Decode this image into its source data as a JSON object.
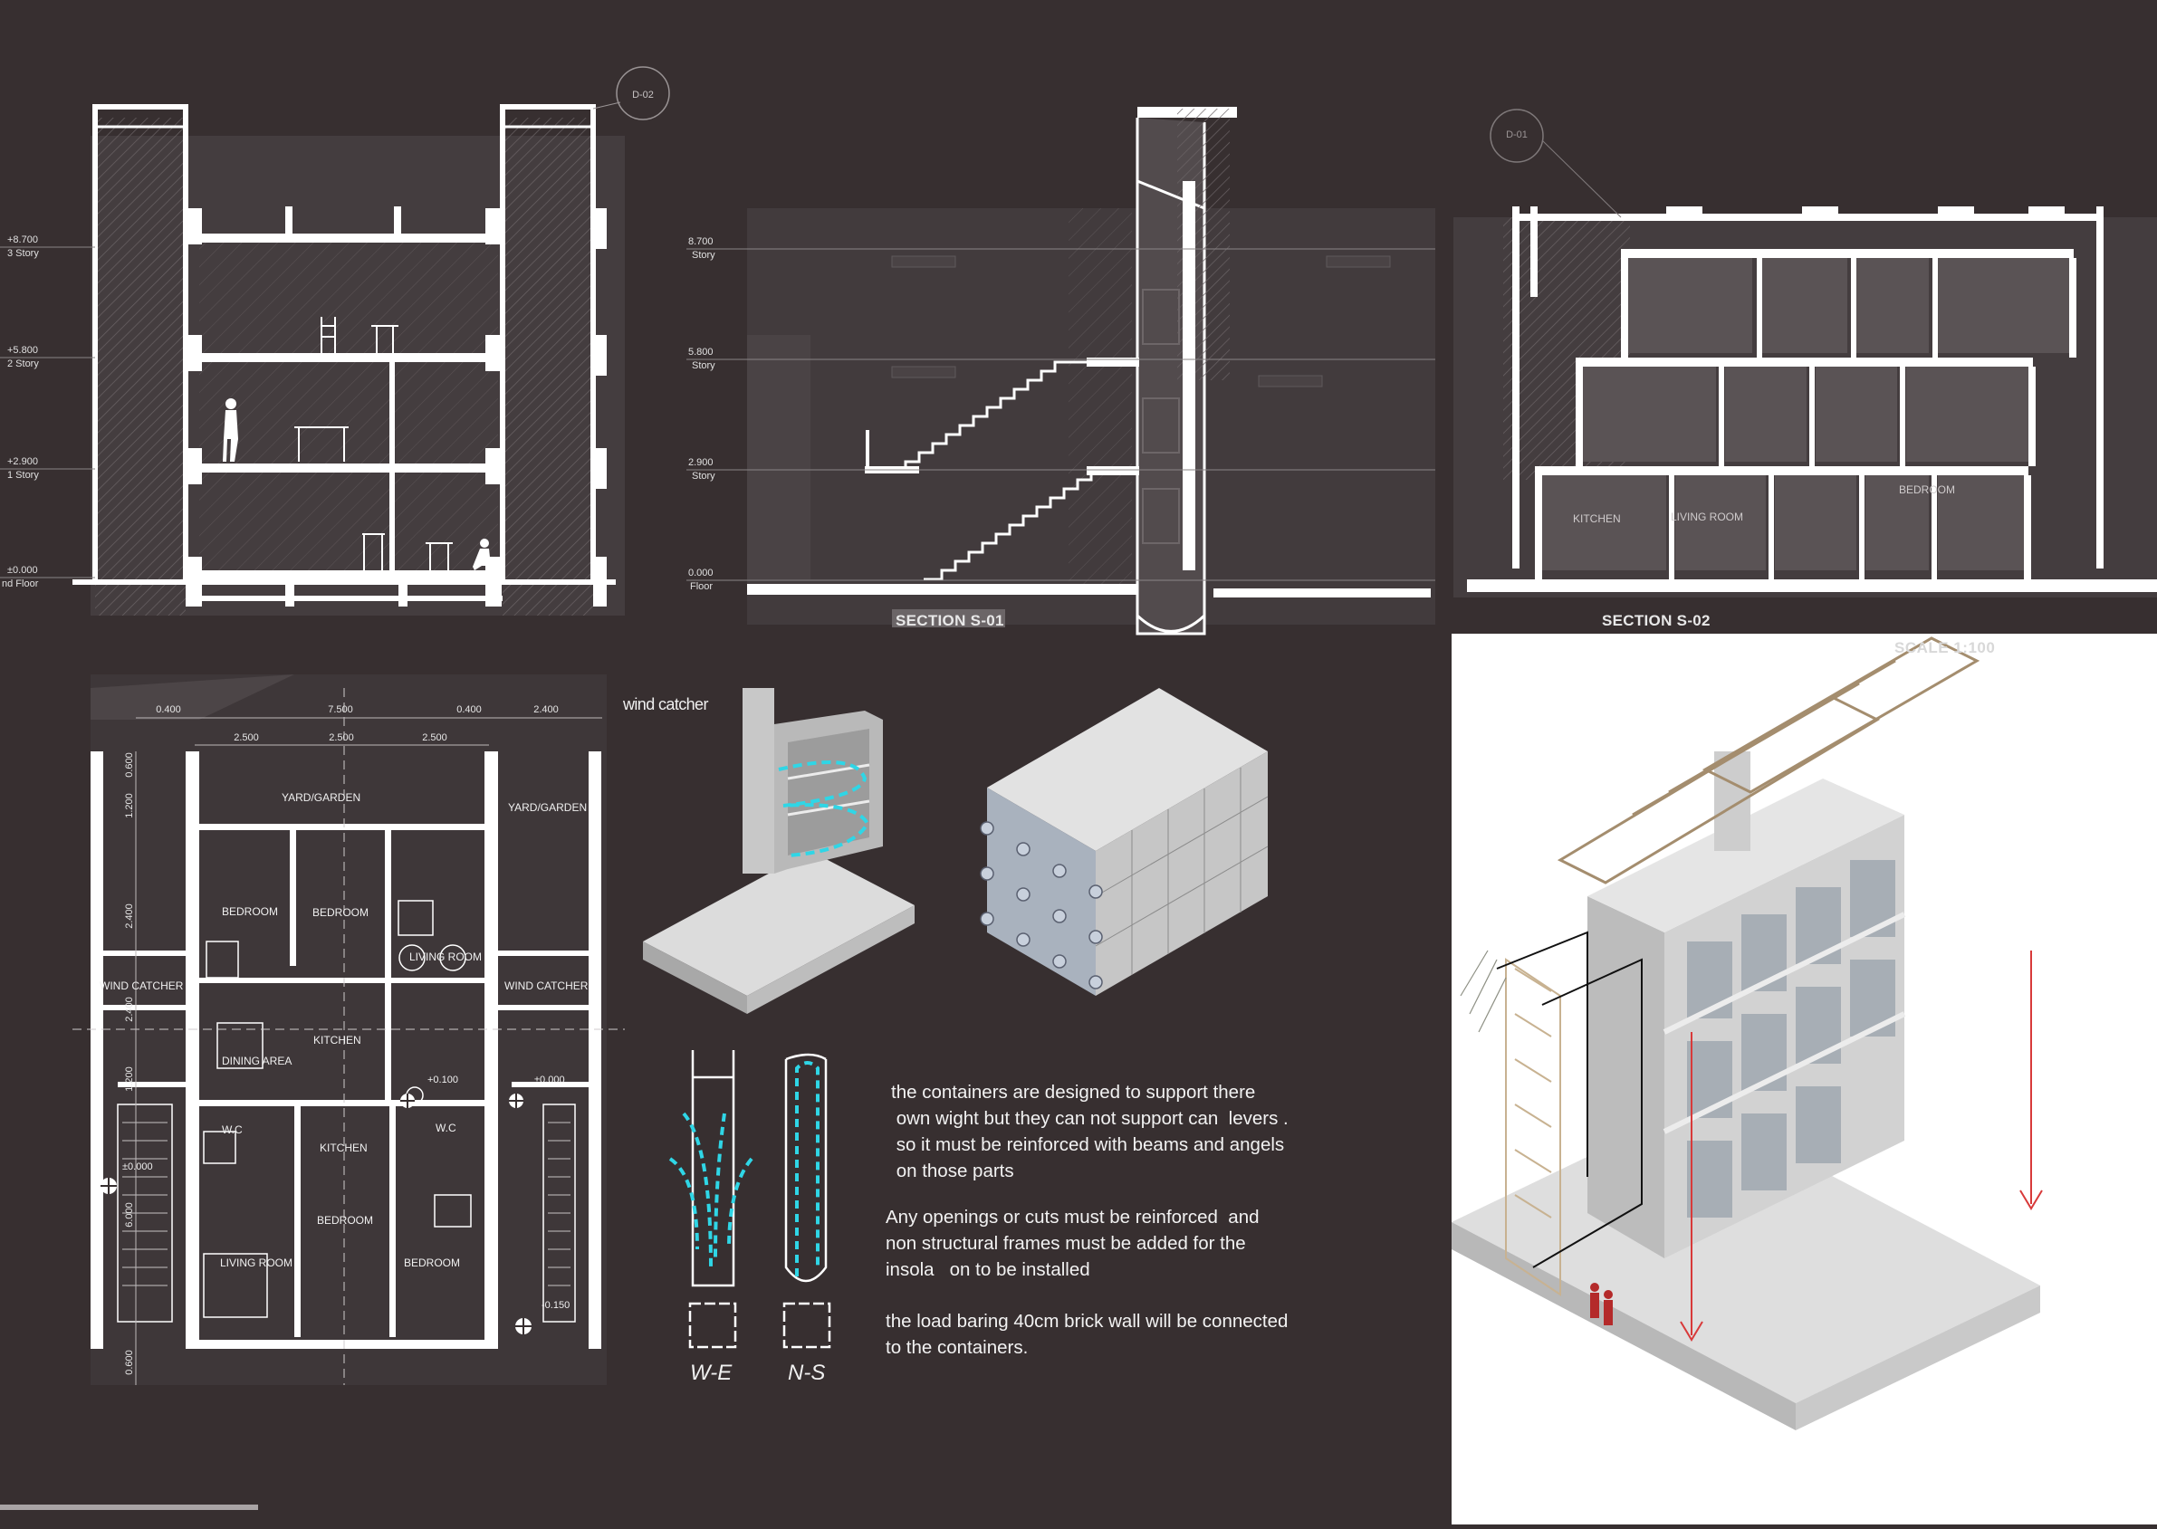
{
  "sections": {
    "s01_caption": "SECTION S-01",
    "s02_caption": "SECTION S-02",
    "scale": "SCALE 1:100",
    "detail_markers": [
      "D-02",
      "D-01"
    ],
    "levels": [
      {
        "value": "+8.700",
        "name": "3 Story"
      },
      {
        "value": "+5.800",
        "name": "2 Story"
      },
      {
        "value": "+2.900",
        "name": "1 Story"
      },
      {
        "value": "±0.000",
        "name": "nd Floor"
      }
    ],
    "levels_s01": [
      {
        "value": "8.700",
        "name": "Story"
      },
      {
        "value": "5.800",
        "name": "Story"
      },
      {
        "value": "2.900",
        "name": "Story"
      },
      {
        "value": "0.000",
        "name": "Floor"
      }
    ],
    "s02_rooms": [
      "KITCHEN",
      "LIVING ROOM",
      "BEDROOM"
    ]
  },
  "plan": {
    "dims_top": [
      "0.400",
      "7.500",
      "0.400",
      "2.400"
    ],
    "dims_sub": [
      "2.500",
      "2.500",
      "2.500"
    ],
    "dims_side": [
      "0.600",
      "1.200",
      "2.400",
      "2.400",
      "1.200",
      "6.000",
      "0.600"
    ],
    "rooms": [
      "YARD/GARDEN",
      "YARD/GARDEN",
      "BEDROOM",
      "BEDROOM",
      "LIVING ROOM",
      "WIND CATCHER",
      "WIND CATCHER",
      "DINING AREA",
      "KITCHEN",
      "KITCHEN",
      "W.C",
      "W.C",
      "BEDROOM",
      "LIVING ROOM",
      "BEDROOM"
    ],
    "elevations": [
      "+0.100",
      "±0.000",
      "±0.000",
      "-0.150"
    ]
  },
  "wind_catcher": {
    "label": "wind catcher",
    "we_label": "W-E",
    "ns_label": "N-S"
  },
  "notes": [
    "the containers are designed to support there\n own wight but they can not support can  levers .\n so it must be reinforced with beams and angels\n on those parts",
    "Any openings or cuts must be reinforced  and\nnon structural frames must be added for the\ninsola   on to be installed",
    "the load baring 40cm brick wall will be connected\nto the containers."
  ],
  "colors": {
    "background": "#372f30",
    "drawing_fill": "#4b4446",
    "line": "#ffffff",
    "airflow": "#2fd6e6",
    "load_arrow": "#d83a3a"
  }
}
